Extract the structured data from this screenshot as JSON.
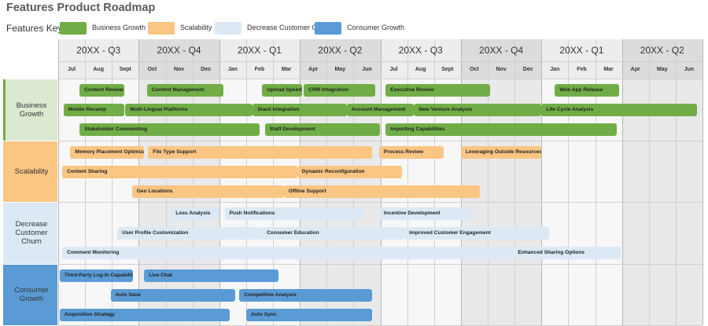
{
  "title": "Features Product Roadmap",
  "features_key": {
    "label": "Features Key",
    "items": [
      {
        "label": "Business Growth",
        "color": "#70ad47"
      },
      {
        "label": "Scalability",
        "color": "#fbc583"
      },
      {
        "label": "Decrease Customer Churn",
        "color": "#dce9f5"
      },
      {
        "label": "Consumer Growth",
        "color": "#5b9bd5"
      }
    ]
  },
  "quarters": [
    "20XX - Q3",
    "20XX - Q4",
    "20XX - Q1",
    "20XX - Q2",
    "20XX - Q3",
    "20XX - Q4",
    "20XX - Q1",
    "20XX - Q2"
  ],
  "months": [
    "Jul",
    "Aug",
    "Sept",
    "Oct",
    "Nov",
    "Dec",
    "Jan",
    "Feb",
    "Mar",
    "Apr",
    "May",
    "Jun",
    "Jul",
    "Aug",
    "Sept",
    "Oct",
    "Nov",
    "Dec",
    "Jan",
    "Feb",
    "Mar",
    "Apr",
    "May",
    "Jun"
  ],
  "categories": [
    {
      "name": "Business Growth",
      "color": "#70ad47",
      "cell_bg": "#dbe9d0",
      "bars": [
        {
          "label": "Content Review",
          "start": 0.8,
          "end": 2.45,
          "lane": 0
        },
        {
          "label": "Content Management",
          "start": 3.3,
          "end": 6.15,
          "lane": 0
        },
        {
          "label": "Upload Speed",
          "start": 7.6,
          "end": 9.1,
          "lane": 0
        },
        {
          "label": "CRM Integration",
          "start": 9.15,
          "end": 11.8,
          "lane": 0
        },
        {
          "label": "Executive Review",
          "start": 12.2,
          "end": 16.1,
          "lane": 0
        },
        {
          "label": "Web App Release",
          "start": 18.5,
          "end": 20.9,
          "lane": 0
        },
        {
          "label": "Mobile Revamp",
          "start": 0.2,
          "end": 2.45,
          "lane": 1
        },
        {
          "label": "Multi-Lingual Platforms",
          "start": 2.5,
          "end": 7.25,
          "lane": 1
        },
        {
          "label": "Slack Integration",
          "start": 7.25,
          "end": 10.75,
          "lane": 1
        },
        {
          "label": "Account Management",
          "start": 10.75,
          "end": 13.25,
          "lane": 1
        },
        {
          "label": "New Venture Analysis",
          "start": 13.25,
          "end": 18.0,
          "lane": 1
        },
        {
          "label": "Life Cycle Analysis",
          "start": 18.0,
          "end": 23.8,
          "lane": 1
        },
        {
          "label": "Stakeholder Commenting",
          "start": 0.8,
          "end": 7.5,
          "lane": 2
        },
        {
          "label": "Staff Development",
          "start": 7.7,
          "end": 12.0,
          "lane": 2
        },
        {
          "label": "Importing Capabilities",
          "start": 12.2,
          "end": 20.8,
          "lane": 2
        }
      ]
    },
    {
      "name": "Scalability",
      "color": "#fbc583",
      "cell_bg": "#fbc583",
      "bars": [
        {
          "label": "Memory Placement Optimization",
          "start": 0.45,
          "end": 3.2,
          "lane": 0
        },
        {
          "label": "File Type Support",
          "start": 3.35,
          "end": 11.7,
          "lane": 0
        },
        {
          "label": "Process Review",
          "start": 11.95,
          "end": 14.35,
          "lane": 0
        },
        {
          "label": "Leveraging Outside Resources",
          "start": 15.0,
          "end": 18.0,
          "lane": 0
        },
        {
          "label": "Content Sharing",
          "start": 0.15,
          "end": 8.9,
          "lane": 1
        },
        {
          "label": "Dynamic Reconfiguration",
          "start": 8.9,
          "end": 12.8,
          "lane": 1
        },
        {
          "label": "Geo Locations",
          "start": 2.75,
          "end": 8.4,
          "lane": 2
        },
        {
          "label": "Offline Support",
          "start": 8.4,
          "end": 15.7,
          "lane": 2
        }
      ]
    },
    {
      "name": "Decrease Customer Churn",
      "color": "#dce9f5",
      "cell_bg": "#dce9f5",
      "bars": [
        {
          "label": "Loss Analysis",
          "start": 4.2,
          "end": 6.0,
          "lane": 0
        },
        {
          "label": "Push Notifications",
          "start": 6.2,
          "end": 11.4,
          "lane": 0
        },
        {
          "label": "Incentive Development",
          "start": 11.95,
          "end": 15.4,
          "lane": 0
        },
        {
          "label": "User Profile Customization",
          "start": 2.2,
          "end": 7.6,
          "lane": 1
        },
        {
          "label": "Consumer Education",
          "start": 7.6,
          "end": 12.9,
          "lane": 1
        },
        {
          "label": "Improved Customer Engagement",
          "start": 12.9,
          "end": 18.3,
          "lane": 1
        },
        {
          "label": "Comment Monitoring",
          "start": 0.15,
          "end": 16.95,
          "lane": 2
        },
        {
          "label": "Enhanced Sharing Options",
          "start": 16.95,
          "end": 20.95,
          "lane": 2
        }
      ]
    },
    {
      "name": "Consumer Growth",
      "color": "#5b9bd5",
      "cell_bg": "#5b9bd5",
      "bars": [
        {
          "label": "Third-Party Log-In Capabilities",
          "start": 0.05,
          "end": 2.8,
          "lane": 0
        },
        {
          "label": "Live Chat",
          "start": 3.2,
          "end": 8.2,
          "lane": 0
        },
        {
          "label": "Auto Save",
          "start": 1.95,
          "end": 6.6,
          "lane": 1
        },
        {
          "label": "Competitive Analysis",
          "start": 6.75,
          "end": 11.7,
          "lane": 1
        },
        {
          "label": "Acquisition Strategy",
          "start": 0.05,
          "end": 6.4,
          "lane": 2
        },
        {
          "label": "Auto Sync",
          "start": 7.0,
          "end": 11.7,
          "lane": 2
        }
      ]
    }
  ]
}
